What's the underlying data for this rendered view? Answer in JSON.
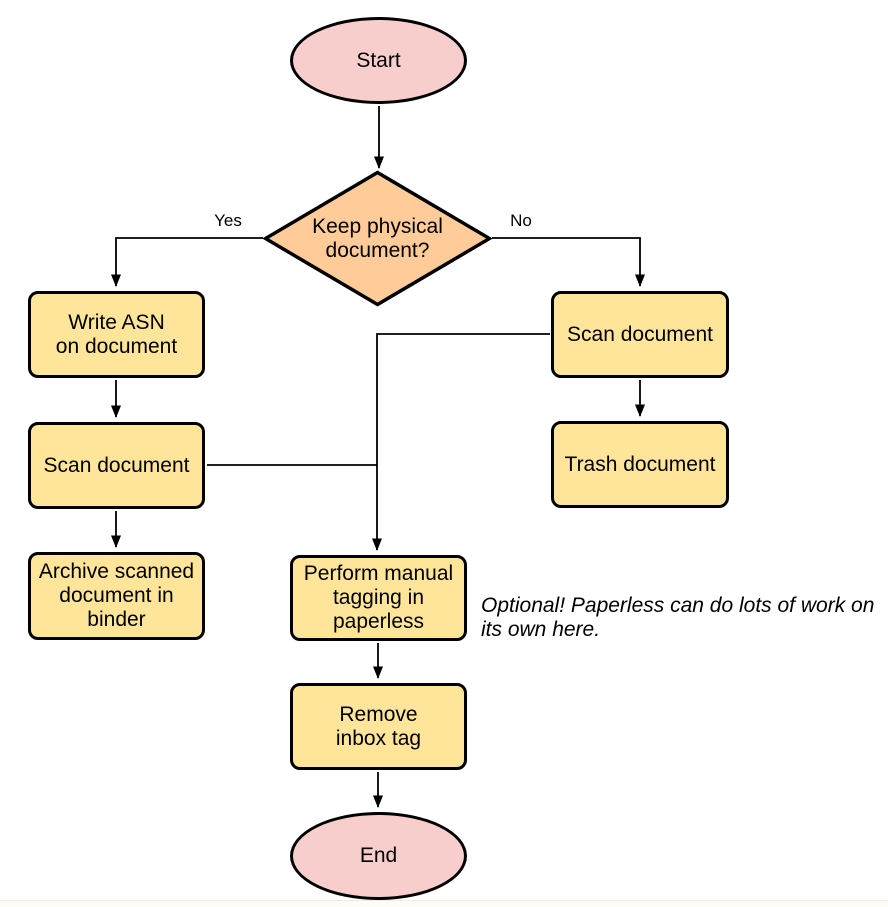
{
  "colors": {
    "background": "#ffffff",
    "node_yellow": "#ffe599",
    "node_pink": "#f8cecc",
    "node_orange": "#ffcc99",
    "stroke": "#000000",
    "text": "#000000",
    "footer_line": "#ececec",
    "footer_bg": "#fefcf5"
  },
  "nodes": {
    "start": {
      "label": "Start"
    },
    "decision": {
      "lines": [
        "Keep physical",
        "document?"
      ]
    },
    "write_asn": {
      "lines": [
        "Write ASN",
        "on document"
      ]
    },
    "scan_left": {
      "label": "Scan document"
    },
    "archive": {
      "lines": [
        "Archive scanned",
        "document in",
        "binder"
      ]
    },
    "scan_right": {
      "label": "Scan document"
    },
    "trash": {
      "label": "Trash document"
    },
    "tagging": {
      "lines": [
        "Perform manual",
        "tagging in",
        "paperless"
      ]
    },
    "remove_inbox": {
      "lines": [
        "Remove",
        "inbox tag"
      ]
    },
    "end": {
      "label": "End"
    }
  },
  "edge_labels": {
    "yes": "Yes",
    "no": "No"
  },
  "annotation": {
    "lines": [
      "Optional! Paperless can do lots of work on",
      "its own here."
    ]
  }
}
